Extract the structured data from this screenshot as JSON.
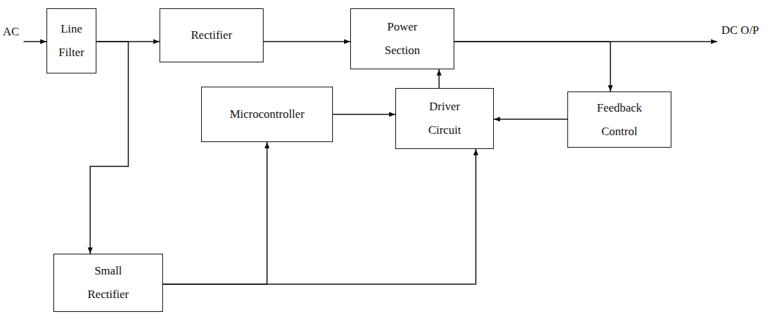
{
  "diagram": {
    "nodes": [
      {
        "text": [
          "Line Filter"
        ]
      },
      {
        "text": [
          "Rectifier"
        ]
      },
      {
        "text": [
          "Power Section"
        ]
      },
      {
        "text": [
          "Microcontroller"
        ]
      },
      {
        "text": [
          "Driver Circuit"
        ]
      },
      {
        "text": [
          "Feedback Control"
        ]
      },
      {
        "text": [
          "Small Rectifier"
        ]
      }
    ],
    "edges": [
      {
        "from": 0,
        "to": 1,
        "arrow": "to"
      },
      {
        "from": 1,
        "to": 2,
        "arrow": "to"
      },
      {
        "from": 2,
        "to": 5,
        "arrow": "to"
      },
      {
        "from": 5,
        "to": 4,
        "arrow": "to"
      },
      {
        "from": 4,
        "to": 2,
        "arrow": "to"
      },
      {
        "from": 3,
        "to": 4,
        "arrow": "to"
      },
      {
        "from": 0,
        "to": 6,
        "arrow": "to"
      },
      {
        "from": 6,
        "to": 3,
        "arrow": "to"
      },
      {
        "from": 6,
        "to": 4,
        "arrow": "to"
      }
    ],
    "labels": [
      "AC",
      "DC O/P"
    ]
  }
}
